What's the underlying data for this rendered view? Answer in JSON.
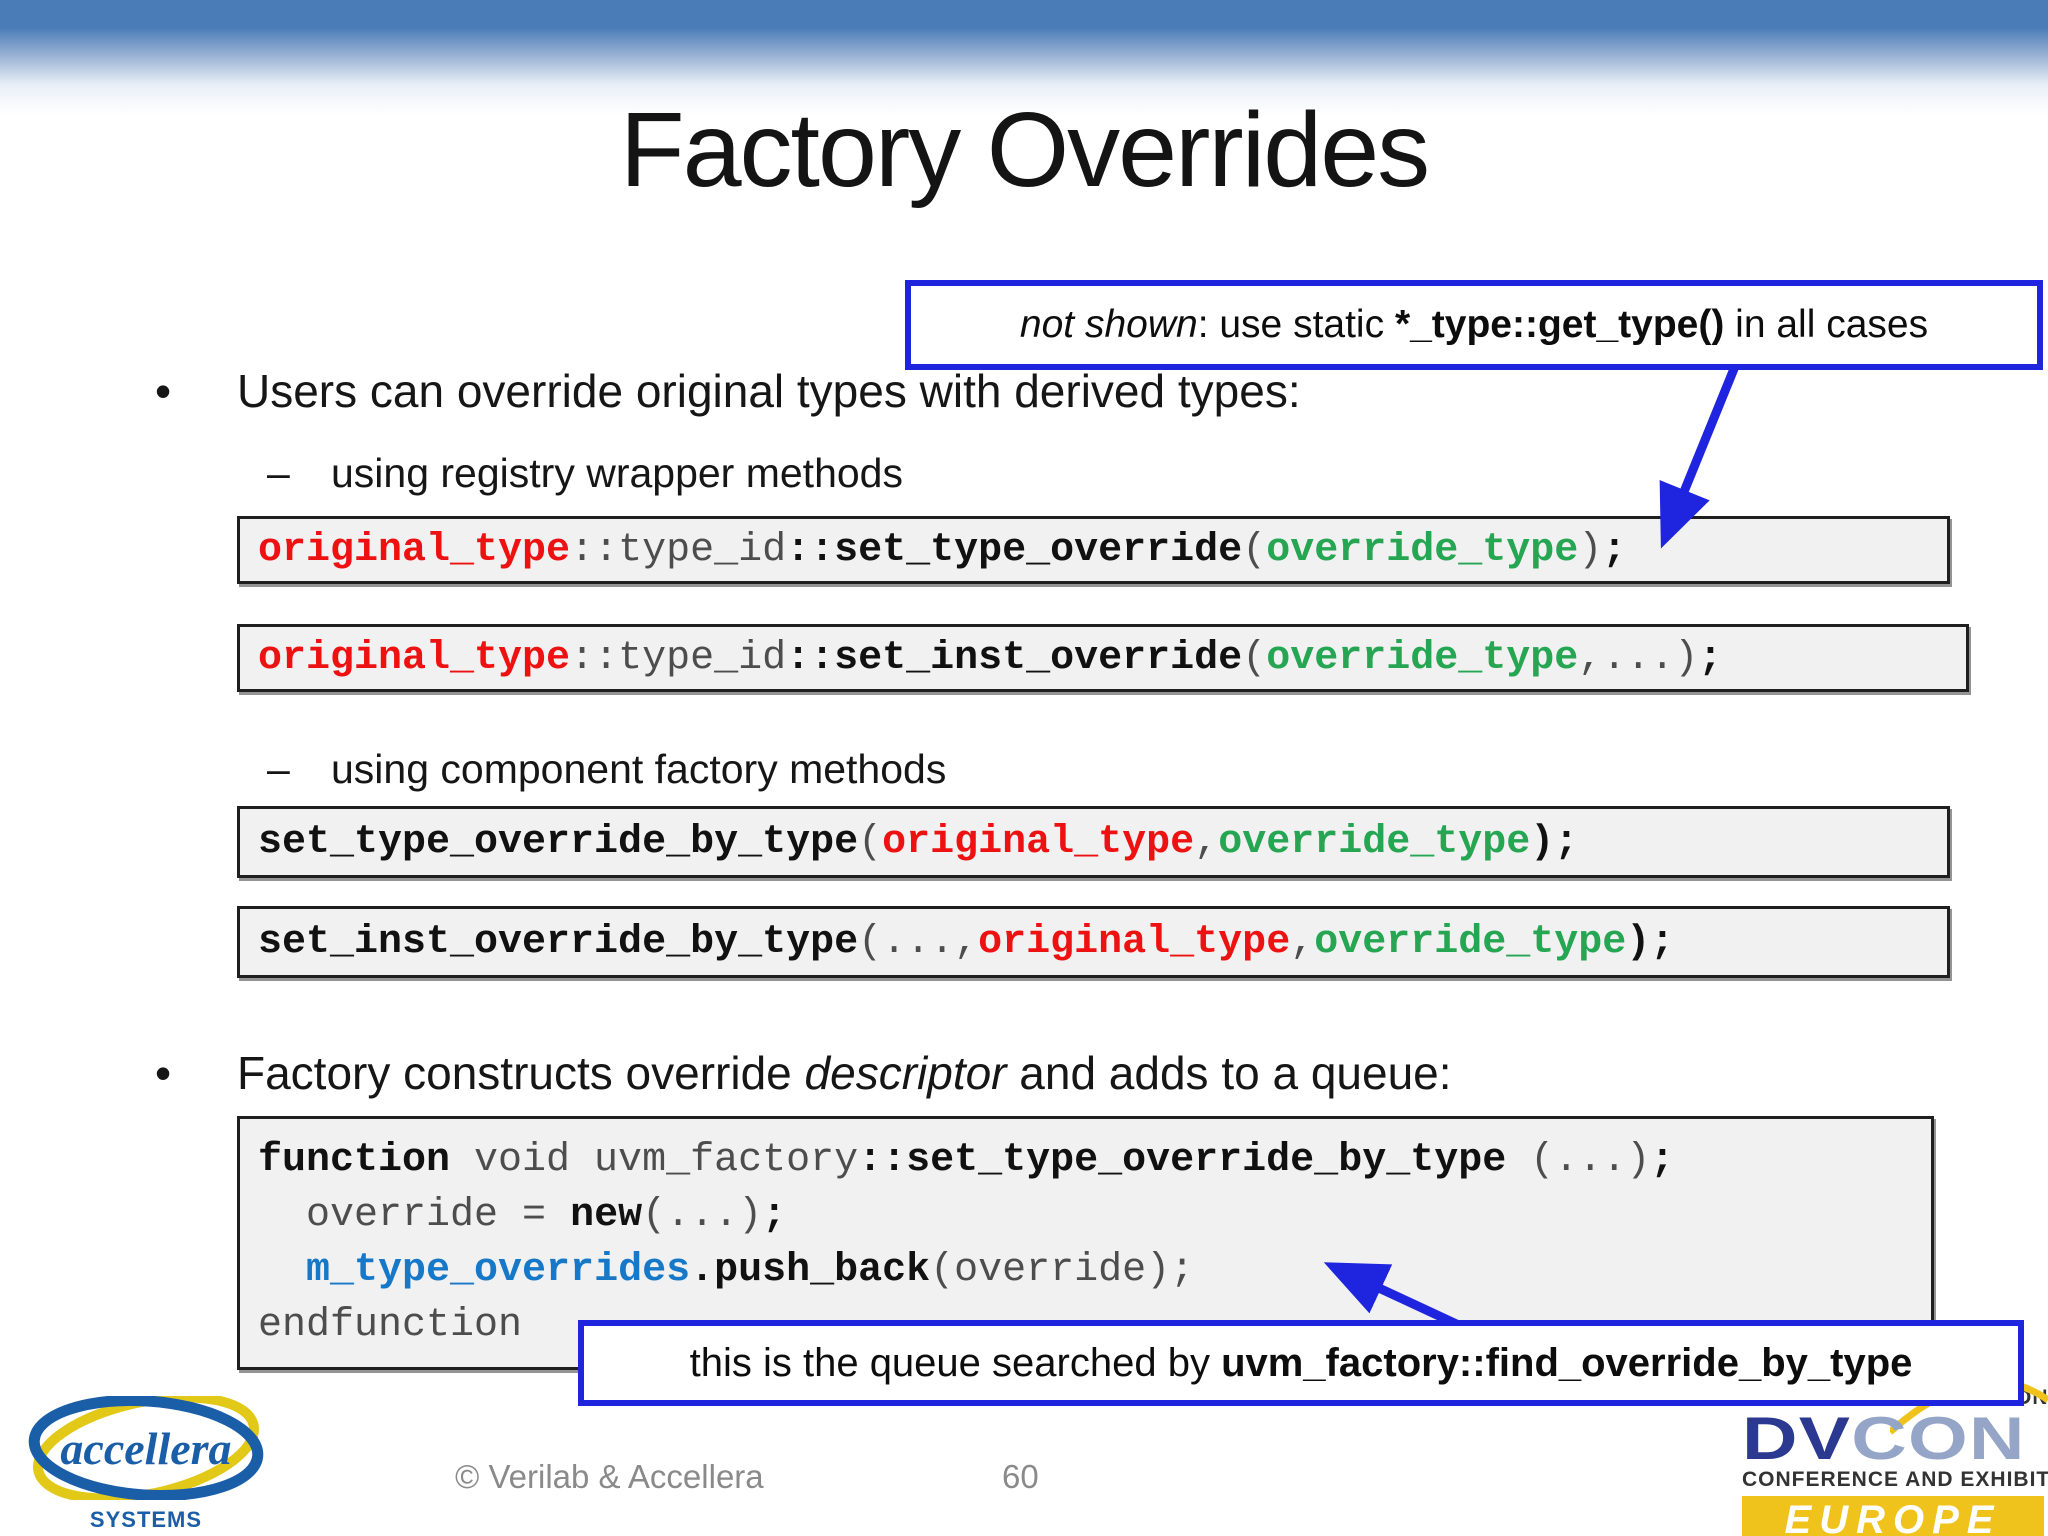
{
  "slide": {
    "title": "Factory Overrides",
    "bullets": {
      "bullet_glyph": "•",
      "dash_glyph": "–",
      "b1": "Users can override original types with derived types:",
      "b1_sub1": "using registry wrapper methods",
      "b1_sub2": "using component factory methods",
      "b2_pre": "Factory constructs override ",
      "b2_italic": "descriptor",
      "b2_post": " and adds to a queue:"
    }
  },
  "callout_top": {
    "italic": "not shown",
    "mid": ": use static ",
    "bold": "*_type::get_type()",
    "tail": " in all cases"
  },
  "callout_bottom": {
    "lead": "this is the queue searched by ",
    "bold": "uvm_factory::find_override_by_type"
  },
  "colors": {
    "accent_blue": "#1F25DF",
    "header_blue": "#4A7CB8",
    "code_red": "#EE1111",
    "code_green": "#26A653",
    "code_blue": "#1778C8",
    "code_kw": "#111111",
    "code_plain": "#4D4D4D",
    "code_bg": "#F1F1F1",
    "accellera_blue": "#1B5EA8",
    "accellera_yellow": "#E2C917",
    "dvcon_navy": "#2B3990",
    "dvcon_lightblue": "#94A5C7",
    "dvcon_gold": "#EFC31C"
  },
  "code_boxes": [
    {
      "lines": [
        [
          {
            "t": "original_type",
            "s": "red"
          },
          {
            "t": "::type_id",
            "s": "plain"
          },
          {
            "t": "::set_type_override",
            "s": "kw"
          },
          {
            "t": "(",
            "s": "plain"
          },
          {
            "t": "override_type",
            "s": "green"
          },
          {
            "t": ")",
            "s": "plain"
          },
          {
            "t": ";",
            "s": "kw"
          }
        ]
      ]
    },
    {
      "lines": [
        [
          {
            "t": "original_type",
            "s": "red"
          },
          {
            "t": "::type_id",
            "s": "plain"
          },
          {
            "t": "::set_inst_override",
            "s": "kw"
          },
          {
            "t": "(",
            "s": "plain"
          },
          {
            "t": "override_type",
            "s": "green"
          },
          {
            "t": ",...)",
            "s": "plain"
          },
          {
            "t": ";",
            "s": "kw"
          }
        ]
      ]
    },
    {
      "lines": [
        [
          {
            "t": "set_type_override_by_type",
            "s": "kw"
          },
          {
            "t": "(",
            "s": "plain"
          },
          {
            "t": "original_type",
            "s": "red"
          },
          {
            "t": ",",
            "s": "plain"
          },
          {
            "t": "override_type",
            "s": "green"
          },
          {
            "t": ");",
            "s": "kw"
          }
        ]
      ]
    },
    {
      "lines": [
        [
          {
            "t": "set_inst_override_by_type",
            "s": "kw"
          },
          {
            "t": "(...,",
            "s": "plain"
          },
          {
            "t": "original_type",
            "s": "red"
          },
          {
            "t": ",",
            "s": "plain"
          },
          {
            "t": "override_type",
            "s": "green"
          },
          {
            "t": ");",
            "s": "kw"
          }
        ]
      ]
    },
    {
      "lines": [
        [
          {
            "t": "function",
            "s": "kw"
          },
          {
            "t": " void uvm_factory",
            "s": "plain"
          },
          {
            "t": "::set_type_override_by_type",
            "s": "kw"
          },
          {
            "t": " (...)",
            "s": "plain"
          },
          {
            "t": ";",
            "s": "kw"
          }
        ],
        [
          {
            "t": "  override = ",
            "s": "plain"
          },
          {
            "t": "new",
            "s": "kw"
          },
          {
            "t": "(...)",
            "s": "plain"
          },
          {
            "t": ";",
            "s": "kw"
          }
        ],
        [
          {
            "t": "  ",
            "s": "plain"
          },
          {
            "t": "m_type_overrides",
            "s": "blue"
          },
          {
            "t": ".push_back",
            "s": "kw"
          },
          {
            "t": "(override);",
            "s": "plain"
          }
        ],
        [
          {
            "t": "endfunction",
            "s": "plain"
          }
        ]
      ]
    }
  ],
  "footer": {
    "copyright": "© Verilab & Accellera",
    "page_number": "60",
    "accellera_wordmark": "accellera",
    "accellera_tagline": "SYSTEMS INITIATIVE",
    "dvcon_line1": "DESIGN AND VERIFICATION",
    "dvcon_dv": "DV",
    "dvcon_con": "CON",
    "dvcon_line3": "CONFERENCE AND EXHIBITION",
    "dvcon_banner": "EUROPE"
  }
}
